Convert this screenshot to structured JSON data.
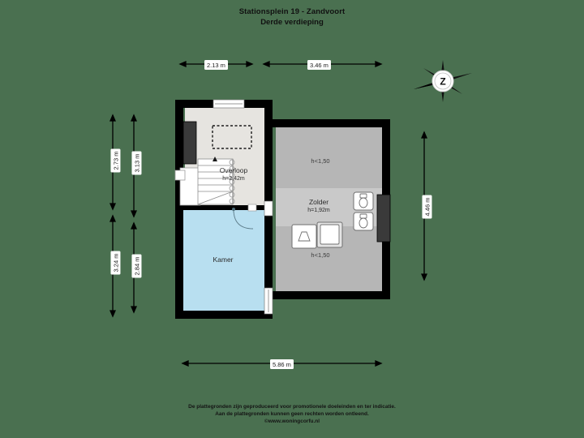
{
  "title": {
    "line1": "Stationsplein 19 - Zandvoort",
    "line2": "Derde verdieping"
  },
  "compass": {
    "icon": "compass-rose-icon",
    "letter": "Z"
  },
  "dimensions": {
    "top": [
      {
        "value": "2.13 m"
      },
      {
        "value": "3.46 m"
      }
    ],
    "left_outer": [
      {
        "value": "2.73 m"
      },
      {
        "value": "3.24 m"
      }
    ],
    "left_inner": [
      {
        "value": "3.13 m"
      },
      {
        "value": "2.84 m"
      }
    ],
    "right": [
      {
        "value": "4.46 m"
      }
    ],
    "bottom": [
      {
        "value": "5.86 m"
      }
    ]
  },
  "rooms": [
    {
      "name": "Overloop",
      "height": "h=2,42m",
      "fill": "#e6e4e0"
    },
    {
      "name": "Kamer",
      "height": "",
      "fill": "#b8dff0"
    },
    {
      "name": "Zolder",
      "height": "h=1,92m",
      "fill": "#c9c9c9"
    }
  ],
  "ceiling_zones": [
    {
      "label": "h<1,50"
    },
    {
      "label": "h<1,50"
    }
  ],
  "colors": {
    "background": "#4a7050",
    "wall": "#000000",
    "room_overloop": "#e6e4e0",
    "room_kamer": "#b8dff0",
    "room_zolder_light": "#c9c9c9",
    "room_zolder_dark": "#b6b6b6",
    "dimension_line": "#000000",
    "text": "#1a1a1a"
  },
  "footer": {
    "line1": "De plattegronden zijn geproduceerd voor promotionele doeleinden en ter indicatie.",
    "line2": "Aan de plattegronden kunnen geen rechten worden ontleend.",
    "line3": "©www.woningcorfu.nl"
  }
}
